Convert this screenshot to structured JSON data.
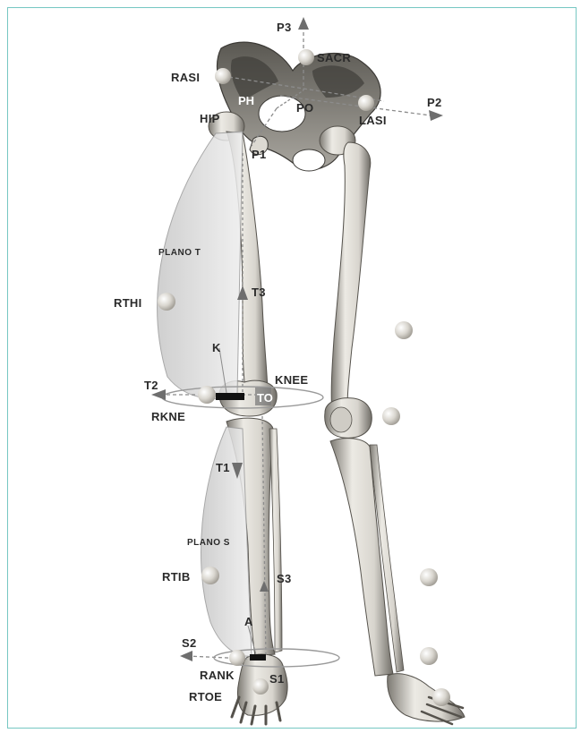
{
  "figure": {
    "labels": {
      "p3": "P3",
      "sacr": "SACR",
      "rasi": "RASI",
      "ph": "PH",
      "po": "PO",
      "p2": "P2",
      "hip": "HIP",
      "lasi": "LASI",
      "p1": "P1",
      "plano_t": "PLANO T",
      "t3": "T3",
      "rthi": "RTHI",
      "k": "K",
      "knee": "KNEE",
      "t2": "T2",
      "to": "TO",
      "rkne": "RKNE",
      "t1": "T1",
      "plano_s": "PLANO S",
      "rtib": "RTIB",
      "s3": "S3",
      "a": "A",
      "s2": "S2",
      "rank": "RANK",
      "s1": "S1",
      "rtoe": "RTOE"
    },
    "colors": {
      "frame_border": "#76c7c2",
      "bone": "#e6e3dc",
      "bone_shadow": "#8f8b82",
      "marker": "#d9d6cf",
      "plane": "#d4d4d4",
      "axis": "#8c8c8c",
      "arrow": "#6e6e6e",
      "text": "#2a2a2a"
    }
  }
}
